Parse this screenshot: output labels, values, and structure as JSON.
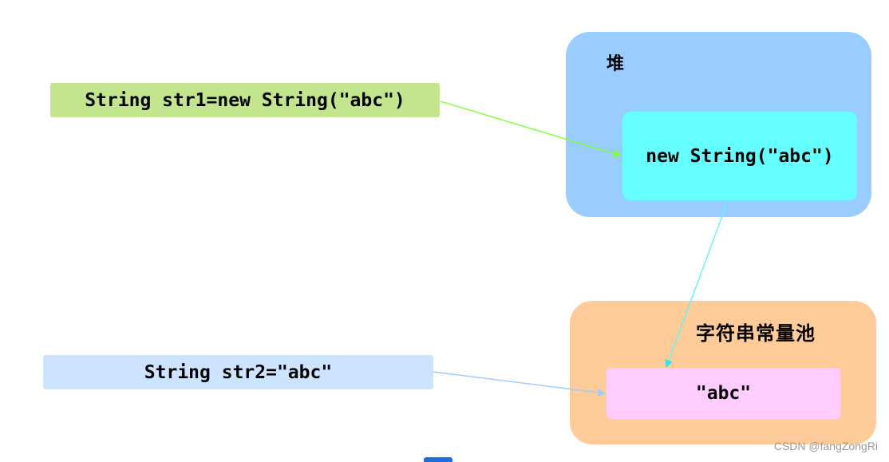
{
  "diagram": {
    "heap": {
      "title": "堆",
      "object_label": "new String(\"abc\")",
      "color": "#99ccff",
      "inner_color": "#66ffff"
    },
    "pool": {
      "title": "字符串常量池",
      "literal_label": "\"abc\"",
      "color": "#ffcc99",
      "inner_color": "#ffccff"
    },
    "code": {
      "line1": "String str1=new String(\"abc\")",
      "line2": "String str2=\"abc\""
    },
    "arrows": {
      "str1_to_heap_color": "#80ff33",
      "heap_to_pool_color": "#66ffff",
      "str2_to_pool_color": "#99ccff"
    }
  },
  "watermark": "CSDN @fangZongRi"
}
